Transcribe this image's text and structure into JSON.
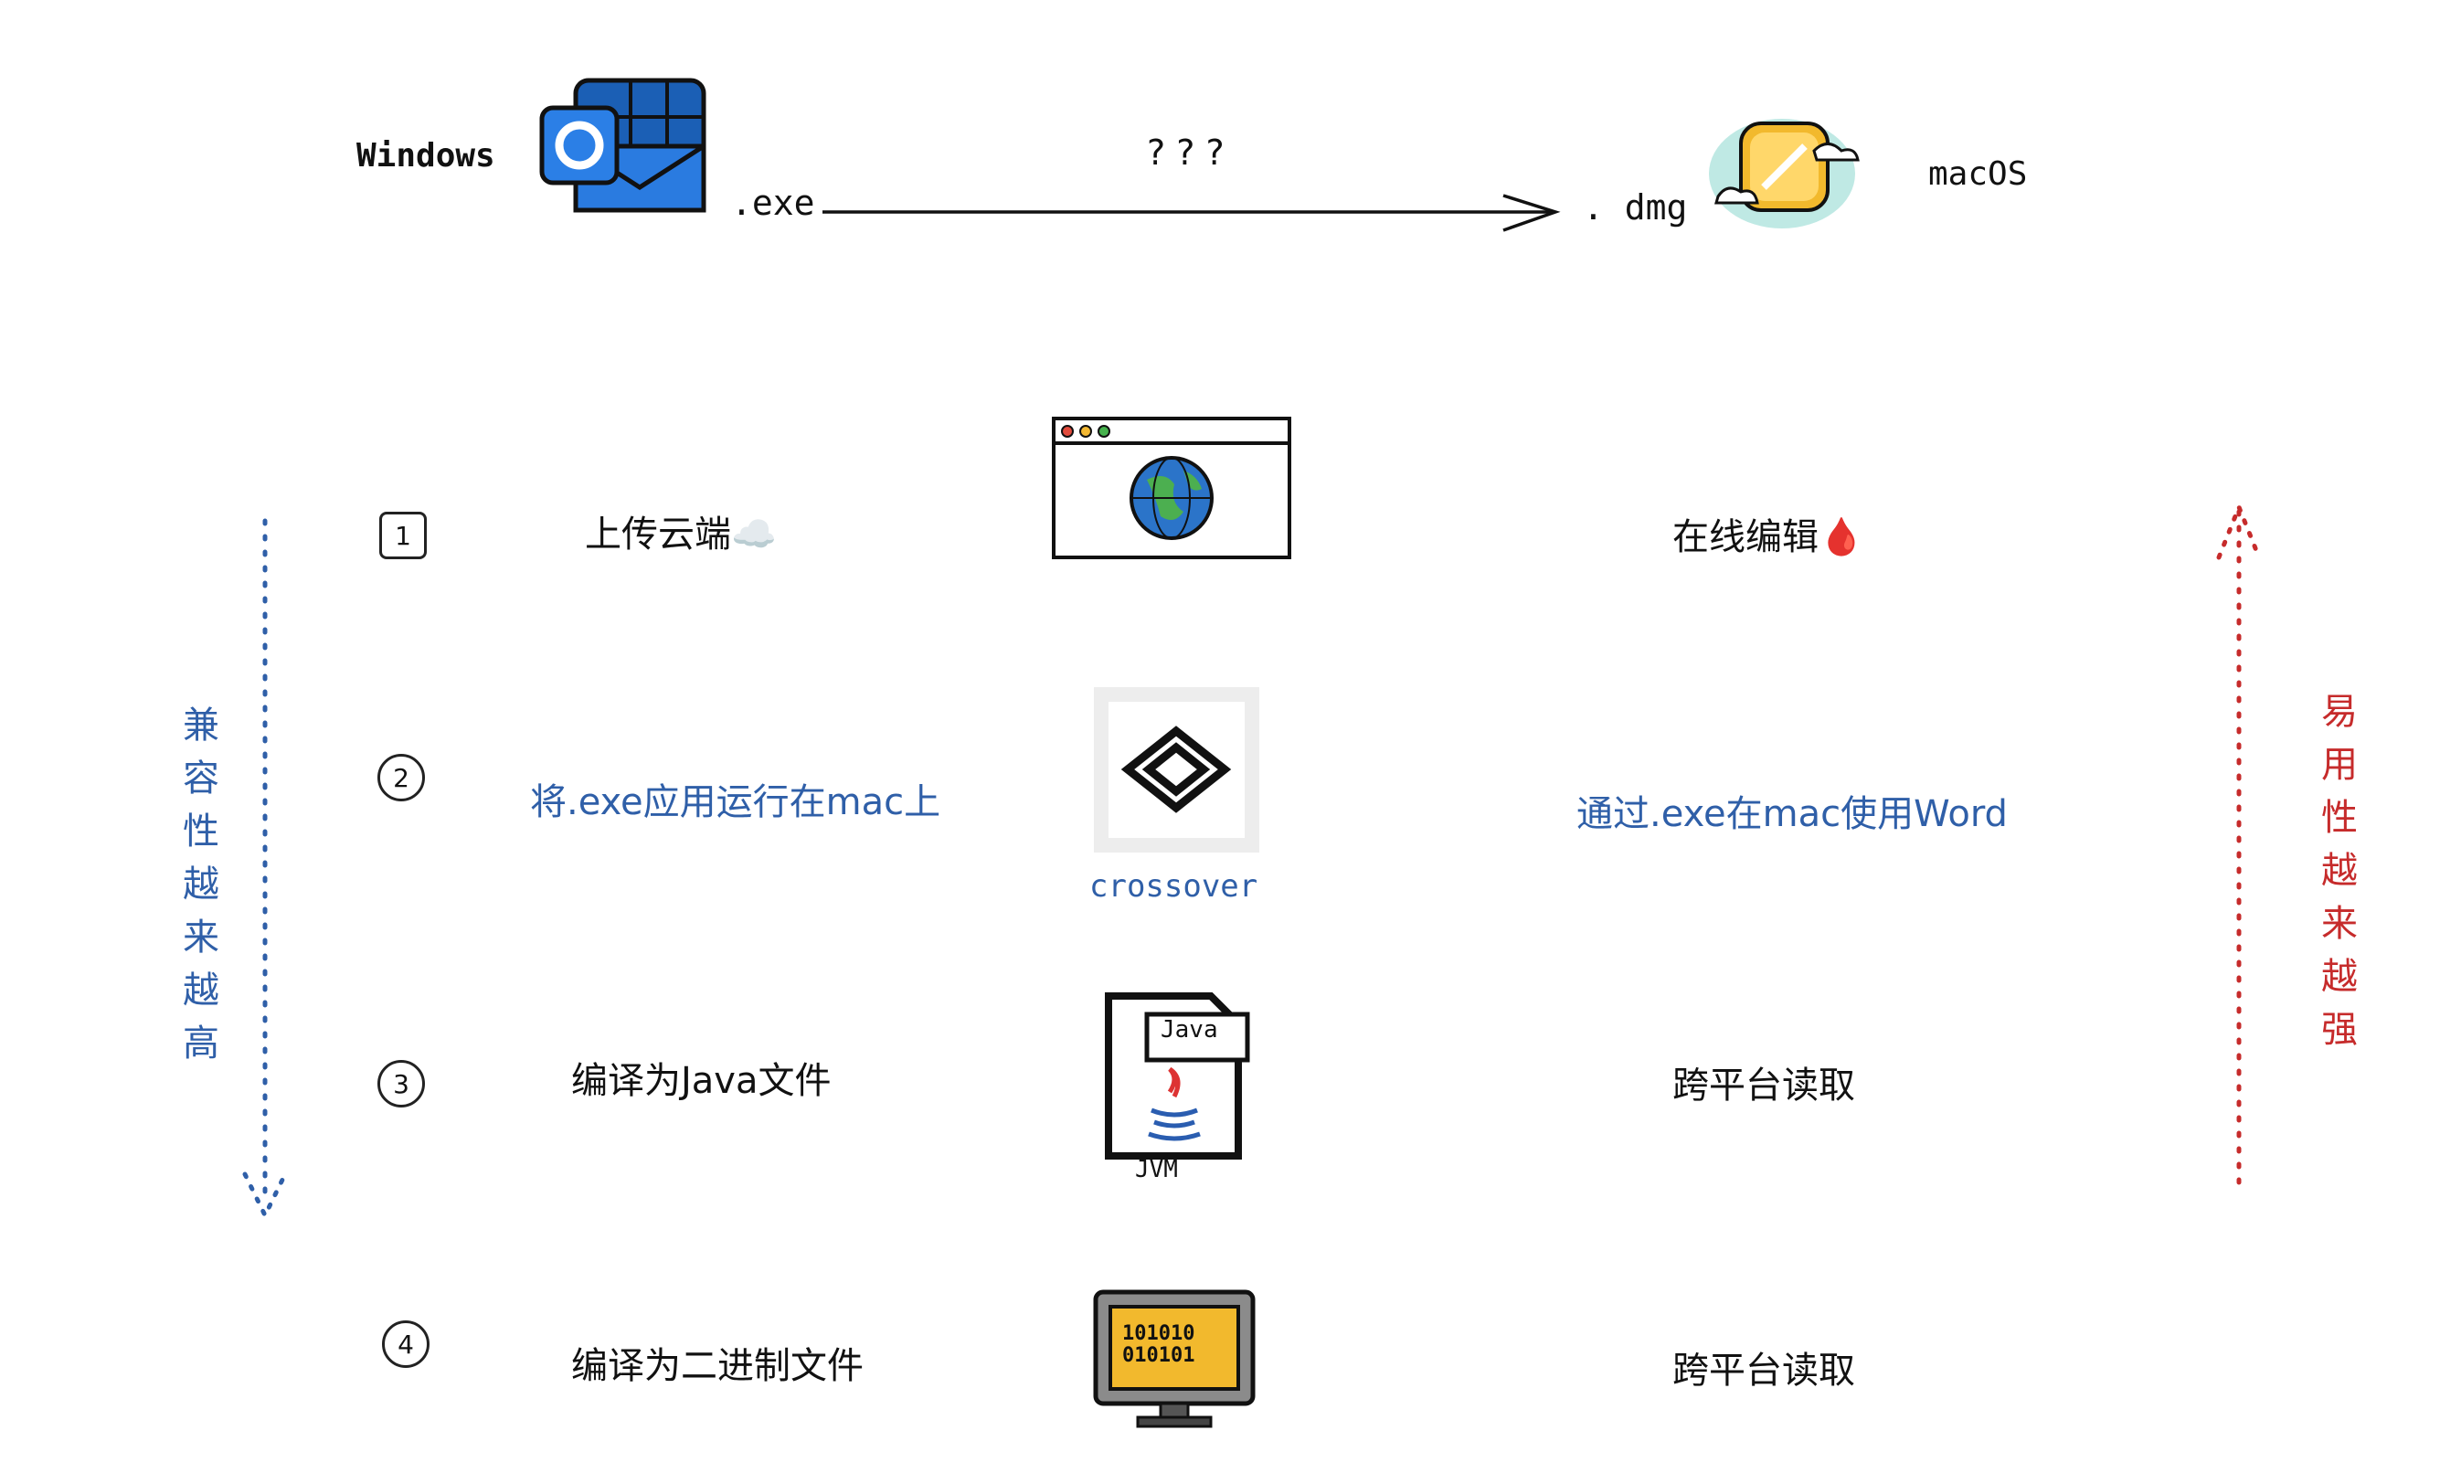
{
  "header": {
    "source_os": "Windows",
    "source_ext": ".exe",
    "question": "? ? ?",
    "target_ext": ". dmg",
    "target_os": "macOS"
  },
  "left_side": {
    "vertical_label": "兼容性越来越高",
    "color": "#2f5fa8"
  },
  "right_side": {
    "vertical_label": "易用性越来越强",
    "color": "#c62b2b"
  },
  "rows": [
    {
      "number": "1",
      "method": "上传云端☁️",
      "result": "在线编辑🩸",
      "icon": "browser-globe-icon"
    },
    {
      "number": "2",
      "method": "将.exe应用运行在mac上",
      "result": "通过.exe在mac使用Word",
      "icon_caption": "crossover",
      "icon": "crossover-logo-icon"
    },
    {
      "number": "3",
      "method": "编译为Java文件",
      "result": "跨平台读取",
      "icon_caption_top": "Java",
      "icon_caption": "JVM",
      "icon": "java-file-icon"
    },
    {
      "number": "4",
      "method": "编译为二进制文件",
      "result": "跨平台读取",
      "icon_text": [
        "101010",
        "010101"
      ],
      "icon": "binary-monitor-icon"
    }
  ]
}
